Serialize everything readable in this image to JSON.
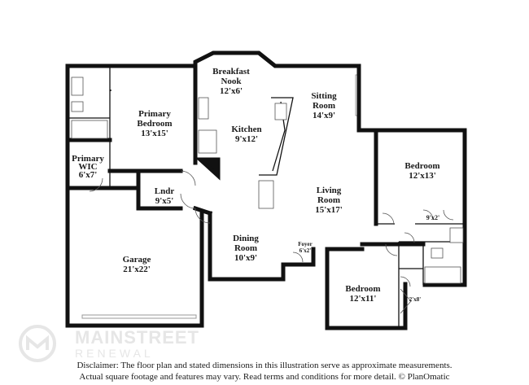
{
  "rooms": {
    "breakfast_nook": {
      "name_1": "Breakfast",
      "name_2": "Nook",
      "dims": "12'x6'"
    },
    "sitting_room": {
      "name_1": "Sitting",
      "name_2": "Room",
      "dims": "14'x9'"
    },
    "primary_bedroom": {
      "name_1": "Primary",
      "name_2": "Bedroom",
      "dims": "13'x15'"
    },
    "kitchen": {
      "name": "Kitchen",
      "dims": "9'x12'"
    },
    "primary_wic": {
      "name_1": "Primary",
      "name_2": "WIC",
      "dims": "6'x7'"
    },
    "laundry": {
      "name": "Lndr",
      "dims": "9'x5'"
    },
    "bedroom_right": {
      "name": "Bedroom",
      "dims": "12'x13'"
    },
    "living_room": {
      "name_1": "Living",
      "name_2": "Room",
      "dims": "15'x17'"
    },
    "closet": {
      "dims": "9'x2'"
    },
    "garage": {
      "name": "Garage",
      "dims": "21'x22'"
    },
    "dining_room": {
      "name_1": "Dining",
      "name_2": "Room",
      "dims": "10'x9'"
    },
    "foyer": {
      "name": "Foyer",
      "dims": "6'x2'"
    },
    "bedroom_bottom": {
      "name": "Bedroom",
      "dims": "12'x11'"
    },
    "small_closet": {
      "dims": "2'x8'"
    }
  },
  "brand": {
    "name": "MAINSTREET",
    "sub": "RENEWAL"
  },
  "disclaimer": {
    "line1": "Disclaimer: The floor plan and stated dimensions in this illustration serve as approximate measurements.",
    "line2": "Actual square footage and features may vary. Read terms and conditions for more detail. © PlanOmatic"
  }
}
